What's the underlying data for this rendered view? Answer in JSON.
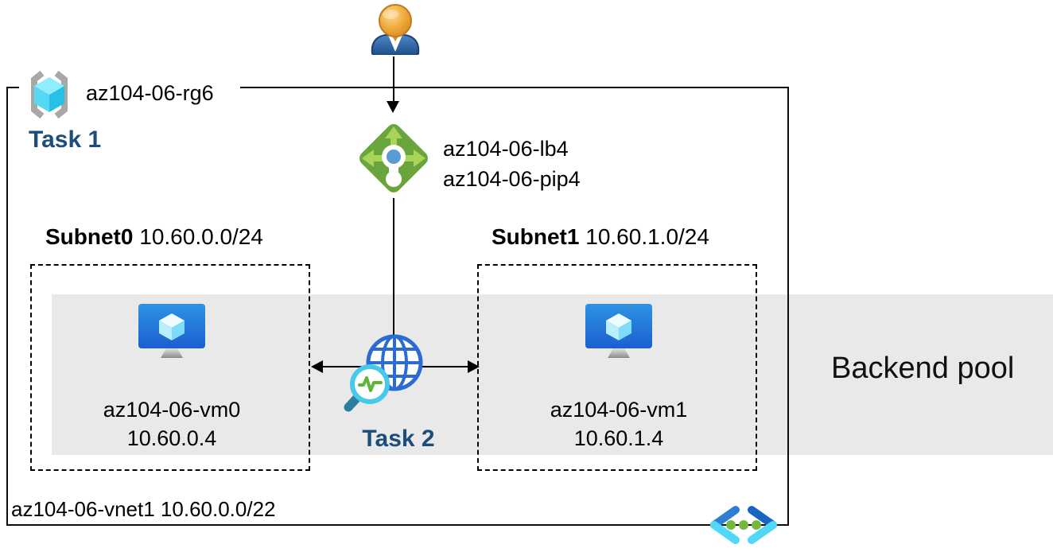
{
  "resource_group": {
    "name": "az104-06-rg6",
    "task_label": "Task 1"
  },
  "load_balancer": {
    "name": "az104-06-lb4",
    "public_ip": "az104-06-pip4"
  },
  "subnets": [
    {
      "name": "Subnet0",
      "cidr": "10.60.0.0/24",
      "vm_name": "az104-06-vm0",
      "vm_ip": "10.60.0.4"
    },
    {
      "name": "Subnet1",
      "cidr": "10.60.1.0/24",
      "vm_name": "az104-06-vm1",
      "vm_ip": "10.60.1.4"
    }
  ],
  "monitoring": {
    "task_label": "Task 2"
  },
  "backend_pool": {
    "label": "Backend pool"
  },
  "vnet": {
    "name": "az104-06-vnet1",
    "cidr": "10.60.0.0/22"
  },
  "icons": {
    "user": "user-icon",
    "resource_group": "resource-group-icon",
    "load_balancer": "load-balancer-icon",
    "virtual_machine": "virtual-machine-icon",
    "globe": "globe-icon",
    "monitor_magnifier": "monitor-magnifier-icon",
    "virtual_network": "virtual-network-icon"
  },
  "colors": {
    "task_text": "#1d4e7b",
    "backend_band": "#e9e9e9",
    "lb_green": "#69a43c",
    "lb_arrow_green": "#a9d45a",
    "globe_blue": "#2d6bd0",
    "cube_cyan": "#50d8f6",
    "vm_screen_blue": "#1b5fd0",
    "vnet_dot_green": "#76b83f",
    "user_head_orange": "#e09126"
  }
}
